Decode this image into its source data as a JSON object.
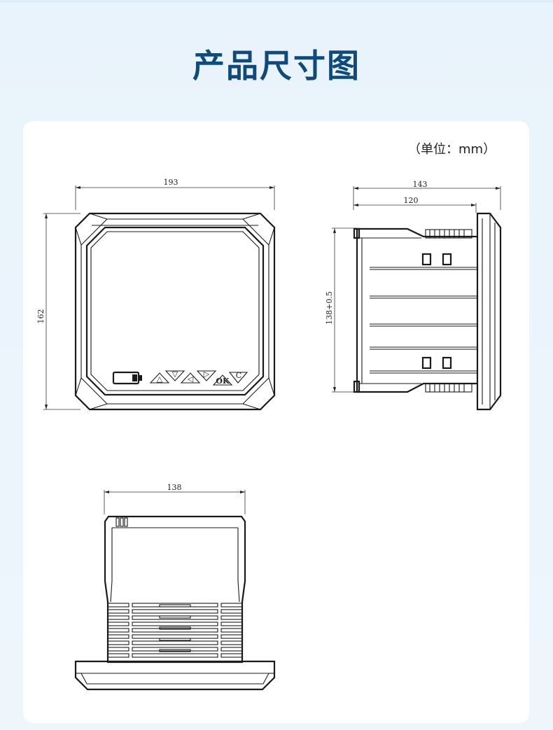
{
  "title": "产品尺寸图",
  "unit_note": "（单位：mm）",
  "dimensions": {
    "front_width": "193",
    "front_height": "162",
    "side_depth_total": "143",
    "side_depth_body": "120",
    "side_cutout": "138+0.5",
    "bottom_width": "138"
  },
  "keypad": {
    "button_labels": [
      "△",
      "▽",
      "◁",
      "▷",
      "OK",
      "C"
    ]
  },
  "colors": {
    "title": "#0e4a7c",
    "background": "#eaf4fc",
    "card": "#ffffff",
    "line": "#1a1a1a"
  }
}
